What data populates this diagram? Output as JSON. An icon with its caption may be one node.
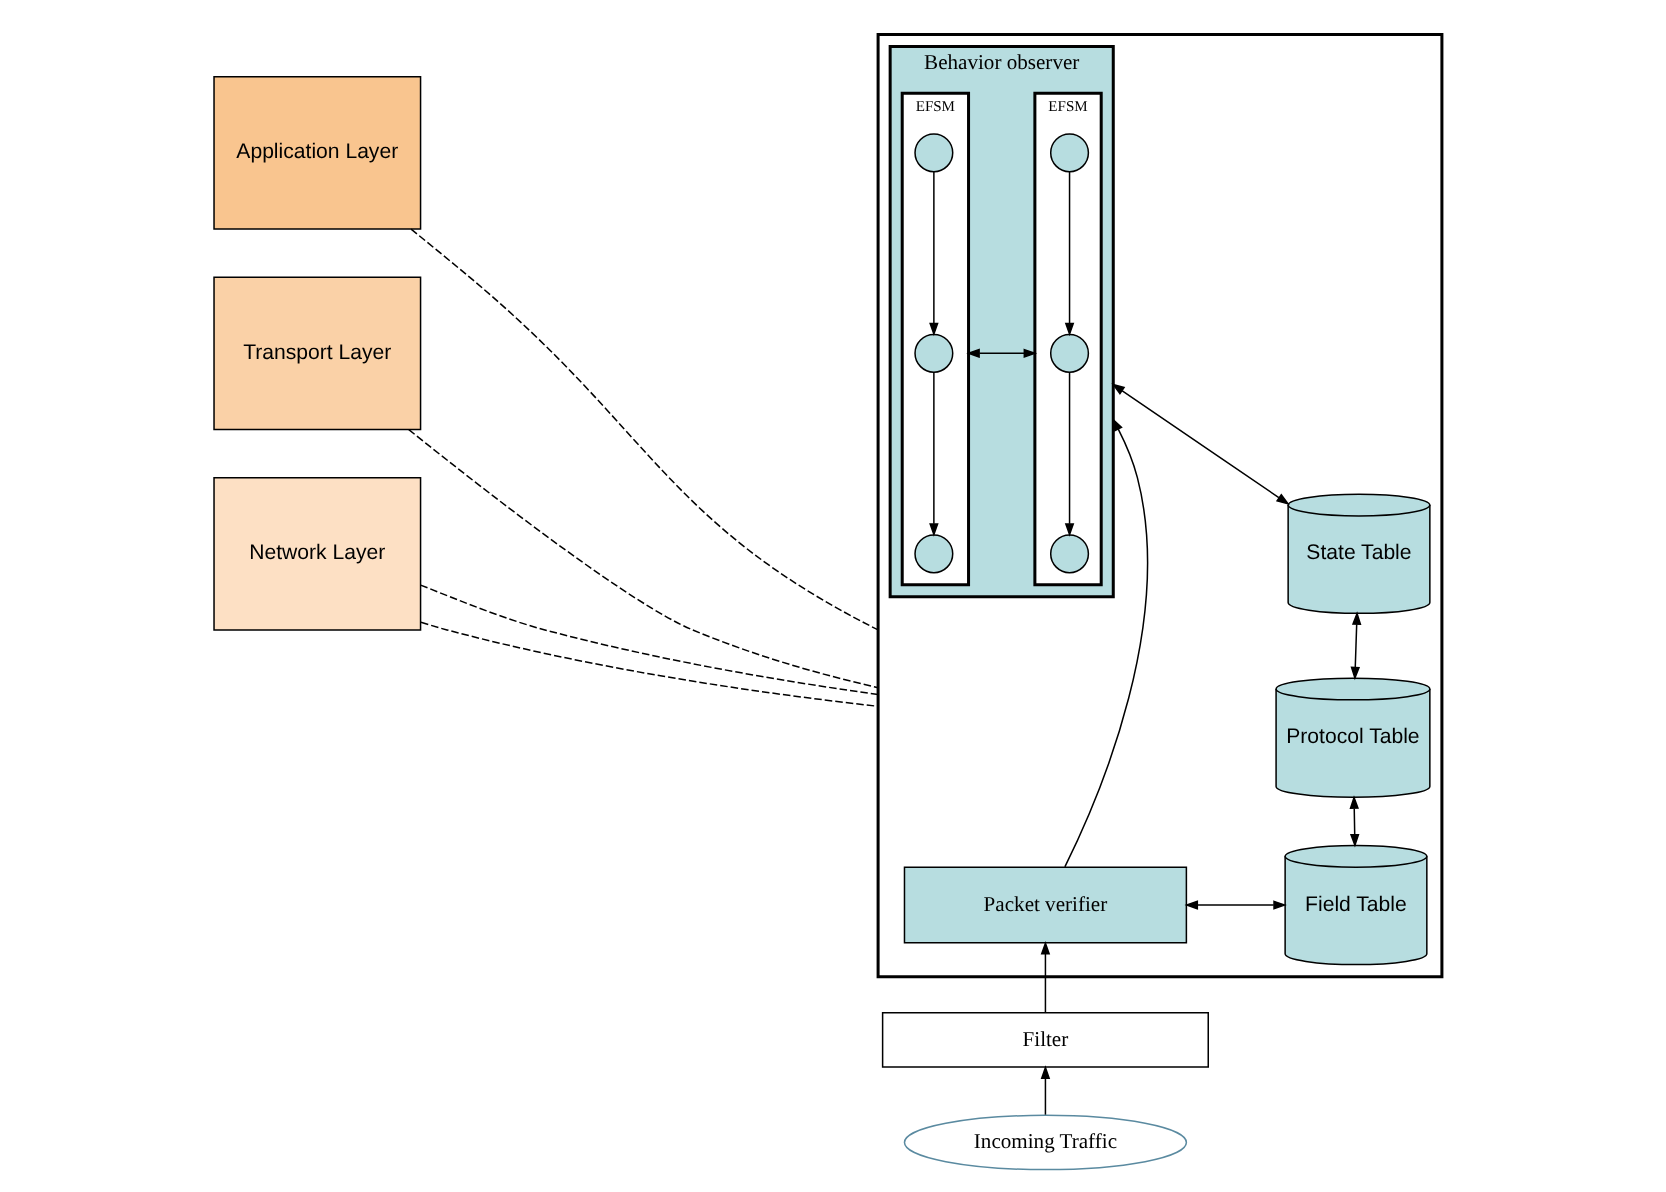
{
  "diagram": {
    "nodes": [
      {
        "text": [
          "Application Layer"
        ]
      },
      {
        "text": [
          "Transport Layer"
        ]
      },
      {
        "text": [
          "Network Layer"
        ]
      },
      {
        "text": [],
        "shape": "box"
      },
      {
        "text": [
          "Behavior observer"
        ],
        "in": 3
      },
      {
        "text": [
          "EFSM"
        ],
        "in": 4
      },
      {
        "text": [],
        "shape": "circle",
        "in": 5
      },
      {
        "text": [],
        "shape": "circle",
        "in": 5
      },
      {
        "text": [],
        "shape": "circle",
        "in": 5
      },
      {
        "text": [
          "EFSM"
        ],
        "in": 4
      },
      {
        "text": [],
        "shape": "circle",
        "in": 9
      },
      {
        "text": [],
        "shape": "circle",
        "in": 9
      },
      {
        "text": [],
        "shape": "circle",
        "in": 9
      },
      {
        "text": [
          "State Table"
        ],
        "in": 3
      },
      {
        "text": [
          "Protocol Table"
        ],
        "in": 3
      },
      {
        "text": [
          "Packet verifier"
        ],
        "in": 3
      },
      {
        "text": [
          "Field Table"
        ],
        "in": 3
      },
      {
        "text": [
          "Filter"
        ]
      },
      {
        "text": [
          "Incoming Traffic"
        ]
      }
    ],
    "edges": [
      {
        "from": 6,
        "to": 7,
        "arrow": "to"
      },
      {
        "from": 7,
        "to": 8,
        "arrow": "to"
      },
      {
        "from": 10,
        "to": 11,
        "arrow": "to"
      },
      {
        "from": 11,
        "to": 12,
        "arrow": "to"
      },
      {
        "from": 5,
        "to": 9,
        "arrow": "both"
      },
      {
        "from": 4,
        "to": 13,
        "arrow": "both"
      },
      {
        "from": 13,
        "to": 14,
        "arrow": "both"
      },
      {
        "from": 14,
        "to": 16,
        "arrow": "both"
      },
      {
        "from": 15,
        "to": 4,
        "arrow": "to"
      },
      {
        "from": 15,
        "to": 16,
        "arrow": "both"
      },
      {
        "from": 17,
        "to": 15,
        "arrow": "to"
      },
      {
        "from": 18,
        "to": 17,
        "arrow": "to"
      },
      {
        "from": 0,
        "to": 3,
        "arrow": "none",
        "style": "dashed"
      },
      {
        "from": 1,
        "to": 3,
        "arrow": "none",
        "style": "dashed"
      },
      {
        "from": 2,
        "to": 3,
        "arrow": "none",
        "style": "dashed"
      },
      {
        "from": 2,
        "to": 3,
        "arrow": "none",
        "style": "dashed"
      }
    ]
  }
}
